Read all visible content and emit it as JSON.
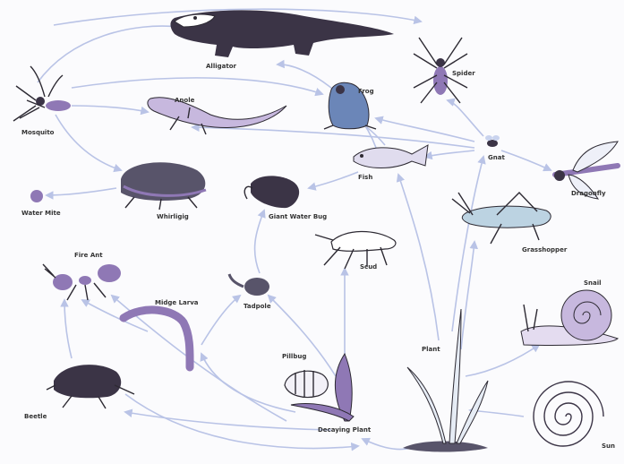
{
  "organisms": {
    "alligator": "Alligator",
    "spider": "Spider",
    "mosquito": "Mosquito",
    "anole": "Anole",
    "frog": "Frog",
    "gnat": "Gnat",
    "dragonfly": "Dragonfly",
    "fish": "Fish",
    "water_mite": "Water Mite",
    "whirligig": "Whirligig",
    "giant_water_bug": "Giant Water Bug",
    "grasshopper": "Grasshopper",
    "scud": "Scud",
    "fire_ant": "Fire Ant",
    "midge_larva": "Midge Larva",
    "tadpole": "Tadpole",
    "snail": "Snail",
    "plant": "Plant",
    "pillbug": "Pillbug",
    "beetle": "Beetle",
    "decaying_plant": "Decaying Plant",
    "sun": "Sun"
  },
  "colors": {
    "arrow": "#b9c3e6",
    "dark": "#3b3446",
    "purple": "#8f78b5",
    "lilac": "#c7b8de"
  }
}
